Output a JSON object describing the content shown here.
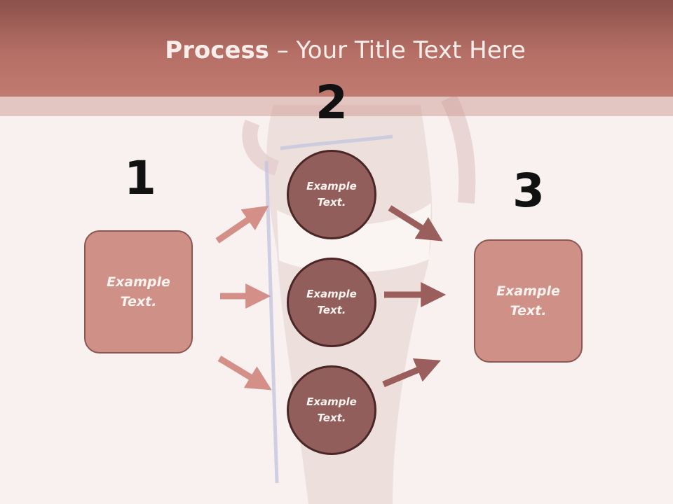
{
  "title": {
    "bold": "Process",
    "rest": " – Your Title Text Here"
  },
  "steps": [
    {
      "number": "1",
      "label_line1": "Example",
      "label_line2": "Text."
    },
    {
      "number": "2",
      "label_line1": "Example",
      "label_line2": "Text."
    },
    {
      "number": "3",
      "label_line1": "Example",
      "label_line2": "Text."
    }
  ],
  "circles": [
    {
      "label_line1": "Example",
      "label_line2": "Text."
    },
    {
      "label_line1": "Example",
      "label_line2": "Text."
    },
    {
      "label_line1": "Example",
      "label_line2": "Text."
    }
  ],
  "colors": {
    "header": "#b56f66",
    "box_fill": "#cf9088",
    "circle_fill": "#915e5c",
    "arrow_light": "#d49088",
    "arrow_dark": "#9a5e5c"
  }
}
